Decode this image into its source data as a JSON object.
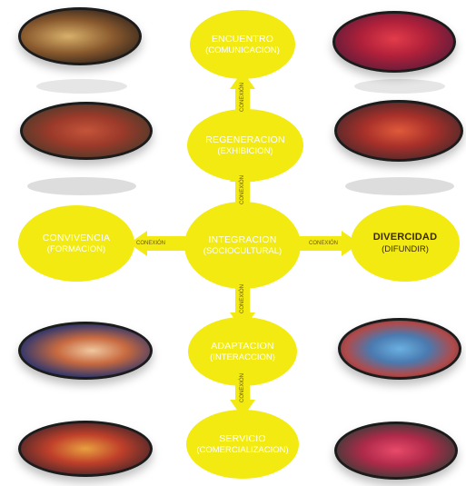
{
  "center": {
    "title": "INTEGRACION",
    "subtitle": "(SOCIOCULTURAL)"
  },
  "nodes": {
    "encuentro": {
      "title": "ENCUENTRO",
      "subtitle": "(COMUNICACION)"
    },
    "regeneracion": {
      "title": "REGENERACION",
      "subtitle": "(EXHIBICION)"
    },
    "convivencia": {
      "title": "CONVIVENCIA",
      "subtitle": "(FORMACION)"
    },
    "divercidad": {
      "title": "DIVERCIDAD",
      "subtitle": "(DIFUNDIR)"
    },
    "adaptacion": {
      "title": "ADAPTACION",
      "subtitle": "(INTERACCION)"
    },
    "servicio": {
      "title": "SERVICIO",
      "subtitle": "(COMERCIALIZACION)"
    }
  },
  "connector_label": "CONEXIÓN",
  "colors": {
    "node_fill": "#f2ea10",
    "text": "#ffffff",
    "photo_border": "#1c1c1c"
  },
  "photos": [
    "market-produce-photo",
    "dancers-costume-photo",
    "procession-photo",
    "musicians-photo",
    "women-traditional-dress-photo",
    "street-festival-photo",
    "parade-crowd-photo",
    "textile-vendors-photo"
  ]
}
